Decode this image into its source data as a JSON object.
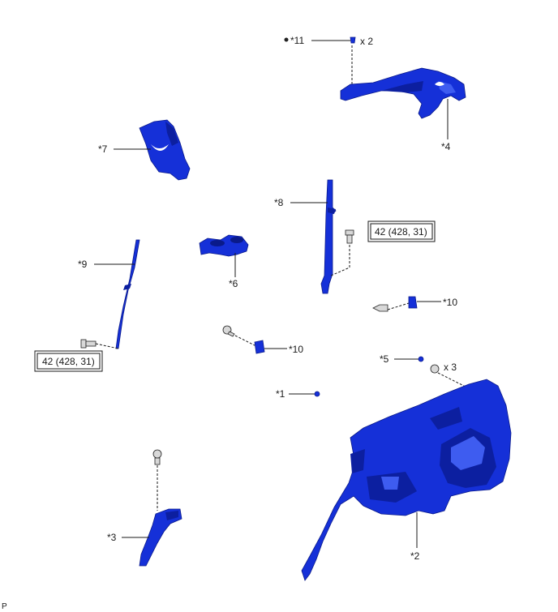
{
  "callouts": {
    "c1": "*1",
    "c2": "*2",
    "c3": "*3",
    "c4": "*4",
    "c5": "*5",
    "c6": "*6",
    "c7": "*7",
    "c8": "*8",
    "c9": "*9",
    "c10a": "*10",
    "c10b": "*10",
    "c11": "*11"
  },
  "quantities": {
    "q11": "x 2",
    "q2": "x 3"
  },
  "torque": {
    "upper": "42 (428, 31)",
    "lower": "42 (428, 31)"
  },
  "corner_mark": "P",
  "colors": {
    "part": "#1530d8",
    "line": "#1a1a1a"
  }
}
